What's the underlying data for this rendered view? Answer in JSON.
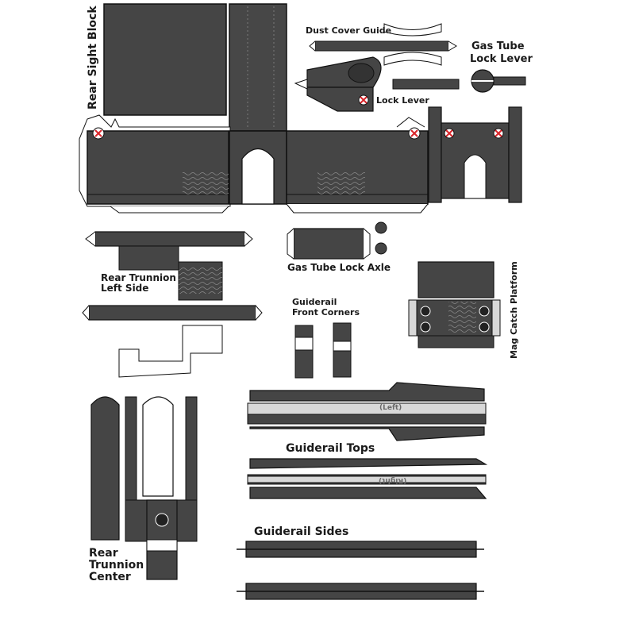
{
  "labels": {
    "rear_sight_block": "Rear Sight Block",
    "dust_cover_guide": "Dust Cover Guide",
    "gas_tube_lock_lever_line1": "Gas Tube",
    "gas_tube_lock_lever_line2": "Lock Lever",
    "lock_lever": "Lock Lever",
    "gas_tube_lock_axle": "Gas Tube Lock Axle",
    "rear_trunnion_left_line1": "Rear Trunnion",
    "rear_trunnion_left_line2": "Left Side",
    "guiderail_front_corners_line1": "Guiderail",
    "guiderail_front_corners_line2": "Front Corners",
    "mag_catch_platform": "Mag Catch Platform",
    "guiderail_tops": "Guiderail Tops",
    "left_marker": "(Left)",
    "right_marker": "(Right)",
    "guiderail_sides": "Guiderail Sides",
    "rear_trunnion_center_line1": "Rear",
    "rear_trunnion_center_line2": "Trunnion",
    "rear_trunnion_center_line3": "Center"
  },
  "colors": {
    "part_fill": "#454545",
    "light_fill": "#d8d8d8",
    "outline": "#111111",
    "glue_mark": "#d9252a"
  }
}
